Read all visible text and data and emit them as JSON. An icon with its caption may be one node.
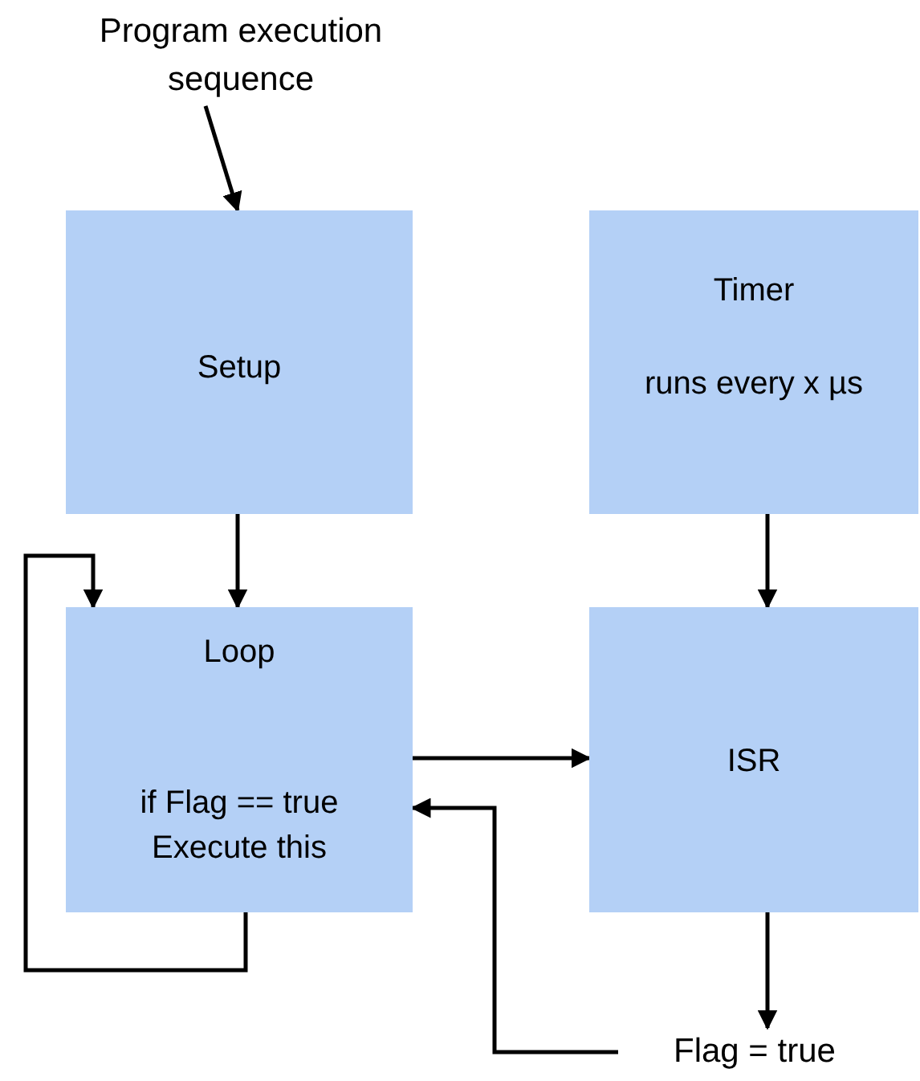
{
  "diagram": {
    "nodes": [
      {
        "text": [
          "Program execution sequence"
        ]
      },
      {
        "text": [
          "Setup"
        ]
      },
      {
        "text": [
          "Timer",
          "runs every x µs"
        ]
      },
      {
        "text": [
          "Loop",
          "if Flag == true Execute this"
        ]
      },
      {
        "text": [
          "ISR"
        ]
      },
      {
        "text": [
          "Flag = true"
        ]
      }
    ],
    "edges": [
      {
        "from": 0,
        "to": 1,
        "arrow": "to"
      },
      {
        "from": 1,
        "to": 3,
        "arrow": "to"
      },
      {
        "from": 2,
        "to": 4,
        "arrow": "to"
      },
      {
        "from": 3,
        "to": 3,
        "arrow": "to"
      },
      {
        "from": 3,
        "to": 4,
        "arrow": "to"
      },
      {
        "from": 4,
        "to": 5,
        "arrow": "to"
      },
      {
        "from": 5,
        "to": 3,
        "arrow": "to"
      }
    ]
  }
}
